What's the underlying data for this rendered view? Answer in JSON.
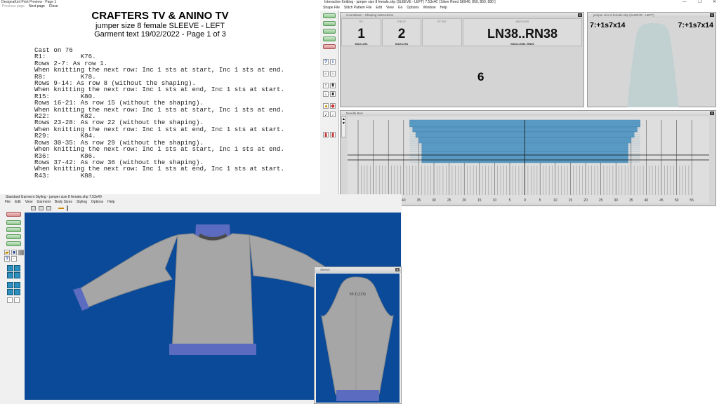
{
  "print_preview": {
    "title": "DesignaKnit Print Preview - Page 1",
    "menu": [
      "Previous page",
      "Next page",
      "Close"
    ],
    "heading": "CRAFTERS TV &  ANINO TV",
    "subheading": "jumper size 8 female  SLEEVE - LEFT",
    "garment_line": "Garment text   19/02/2022 - Page 1 of 3",
    "lines": [
      "Cast on 76",
      "R1:         K76.",
      "Rows 2-7: As row 1.",
      "When knitting the next row: Inc 1 sts at start, Inc 1 sts at end.",
      "R8:         K78.",
      "Rows 9-14: As row 8 (without the shaping).",
      "When knitting the next row: Inc 1 sts at end, Inc 1 sts at start.",
      "R15:        K80.",
      "Rows 16-21: As row 15 (without the shaping).",
      "When knitting the next row: Inc 1 sts at start, Inc 1 sts at end.",
      "R22:        K82.",
      "Rows 23-28: As row 22 (without the shaping).",
      "When knitting the next row: Inc 1 sts at end, Inc 1 sts at start.",
      "R29:        K84.",
      "Rows 30-35: As row 29 (without the shaping).",
      "When knitting the next row: Inc 1 sts at start, Inc 1 sts at end.",
      "R36:        K86.",
      "Rows 37-42: As row 36 (without the shaping).",
      "When knitting the next row: Inc 1 sts at end, Inc 1 sts at start.",
      "R43:        K88."
    ]
  },
  "intuitive_knitting": {
    "title": "Interactive Knitting - jumper size 8 female.shp (SLEEVE - LEFT)    7.53x40  | Silver Reed SK840, 850, 860, 580 ]",
    "window_controls": [
      "—",
      "❐",
      "✕"
    ],
    "menu": [
      "Shape File",
      "Stitch Pattern File",
      "Edit",
      "View",
      "Go",
      "Options",
      "Window",
      "Help"
    ],
    "shaping": {
      "panel_title": "Countdown - Shaping instructions",
      "rc_label": "RC",
      "rc_value": "1",
      "piece_label": "PIECE",
      "piece_value": "2",
      "stpat_label": "ST.PAT",
      "needles_label": "NEEDLES",
      "needles_value": "LN38..RN38",
      "max_rc": "MAX=294",
      "max_piece": "MAX=294",
      "max_needles": "MAX=LN50..RN50",
      "count": "6"
    },
    "preview": {
      "panel_title": "jumper size 8 female.shp (SLEEVE - LEFT)",
      "left_label": "7:+1s7x14",
      "right_label": "7:+1s7x14"
    },
    "needle_bed": {
      "panel_title": "Needle Bed",
      "ticks": [
        "55",
        "50",
        "45",
        "40",
        "35",
        "30",
        "25",
        "20",
        "15",
        "10",
        "5",
        "0",
        "5",
        "10",
        "15",
        "20",
        "25",
        "30",
        "35",
        "40",
        "45",
        "50",
        "55"
      ]
    },
    "colors": {
      "stitch": "#5a9cc6",
      "panel": "#d4d4d4"
    }
  },
  "garment_styling": {
    "title": "Standard Garment Styling - jumper size 8 female.shp    7.53x40",
    "menu": [
      "File",
      "Edit",
      "View",
      "Garment",
      "Body Sizes",
      "Styling",
      "Options",
      "Help"
    ],
    "colors": {
      "canvas": "#0b4a98",
      "garment": "#a8a8a8",
      "rib": "#5b6cc0"
    }
  },
  "sleeve_window": {
    "title": "Sleeve",
    "dimension": "59.1 (123)"
  }
}
